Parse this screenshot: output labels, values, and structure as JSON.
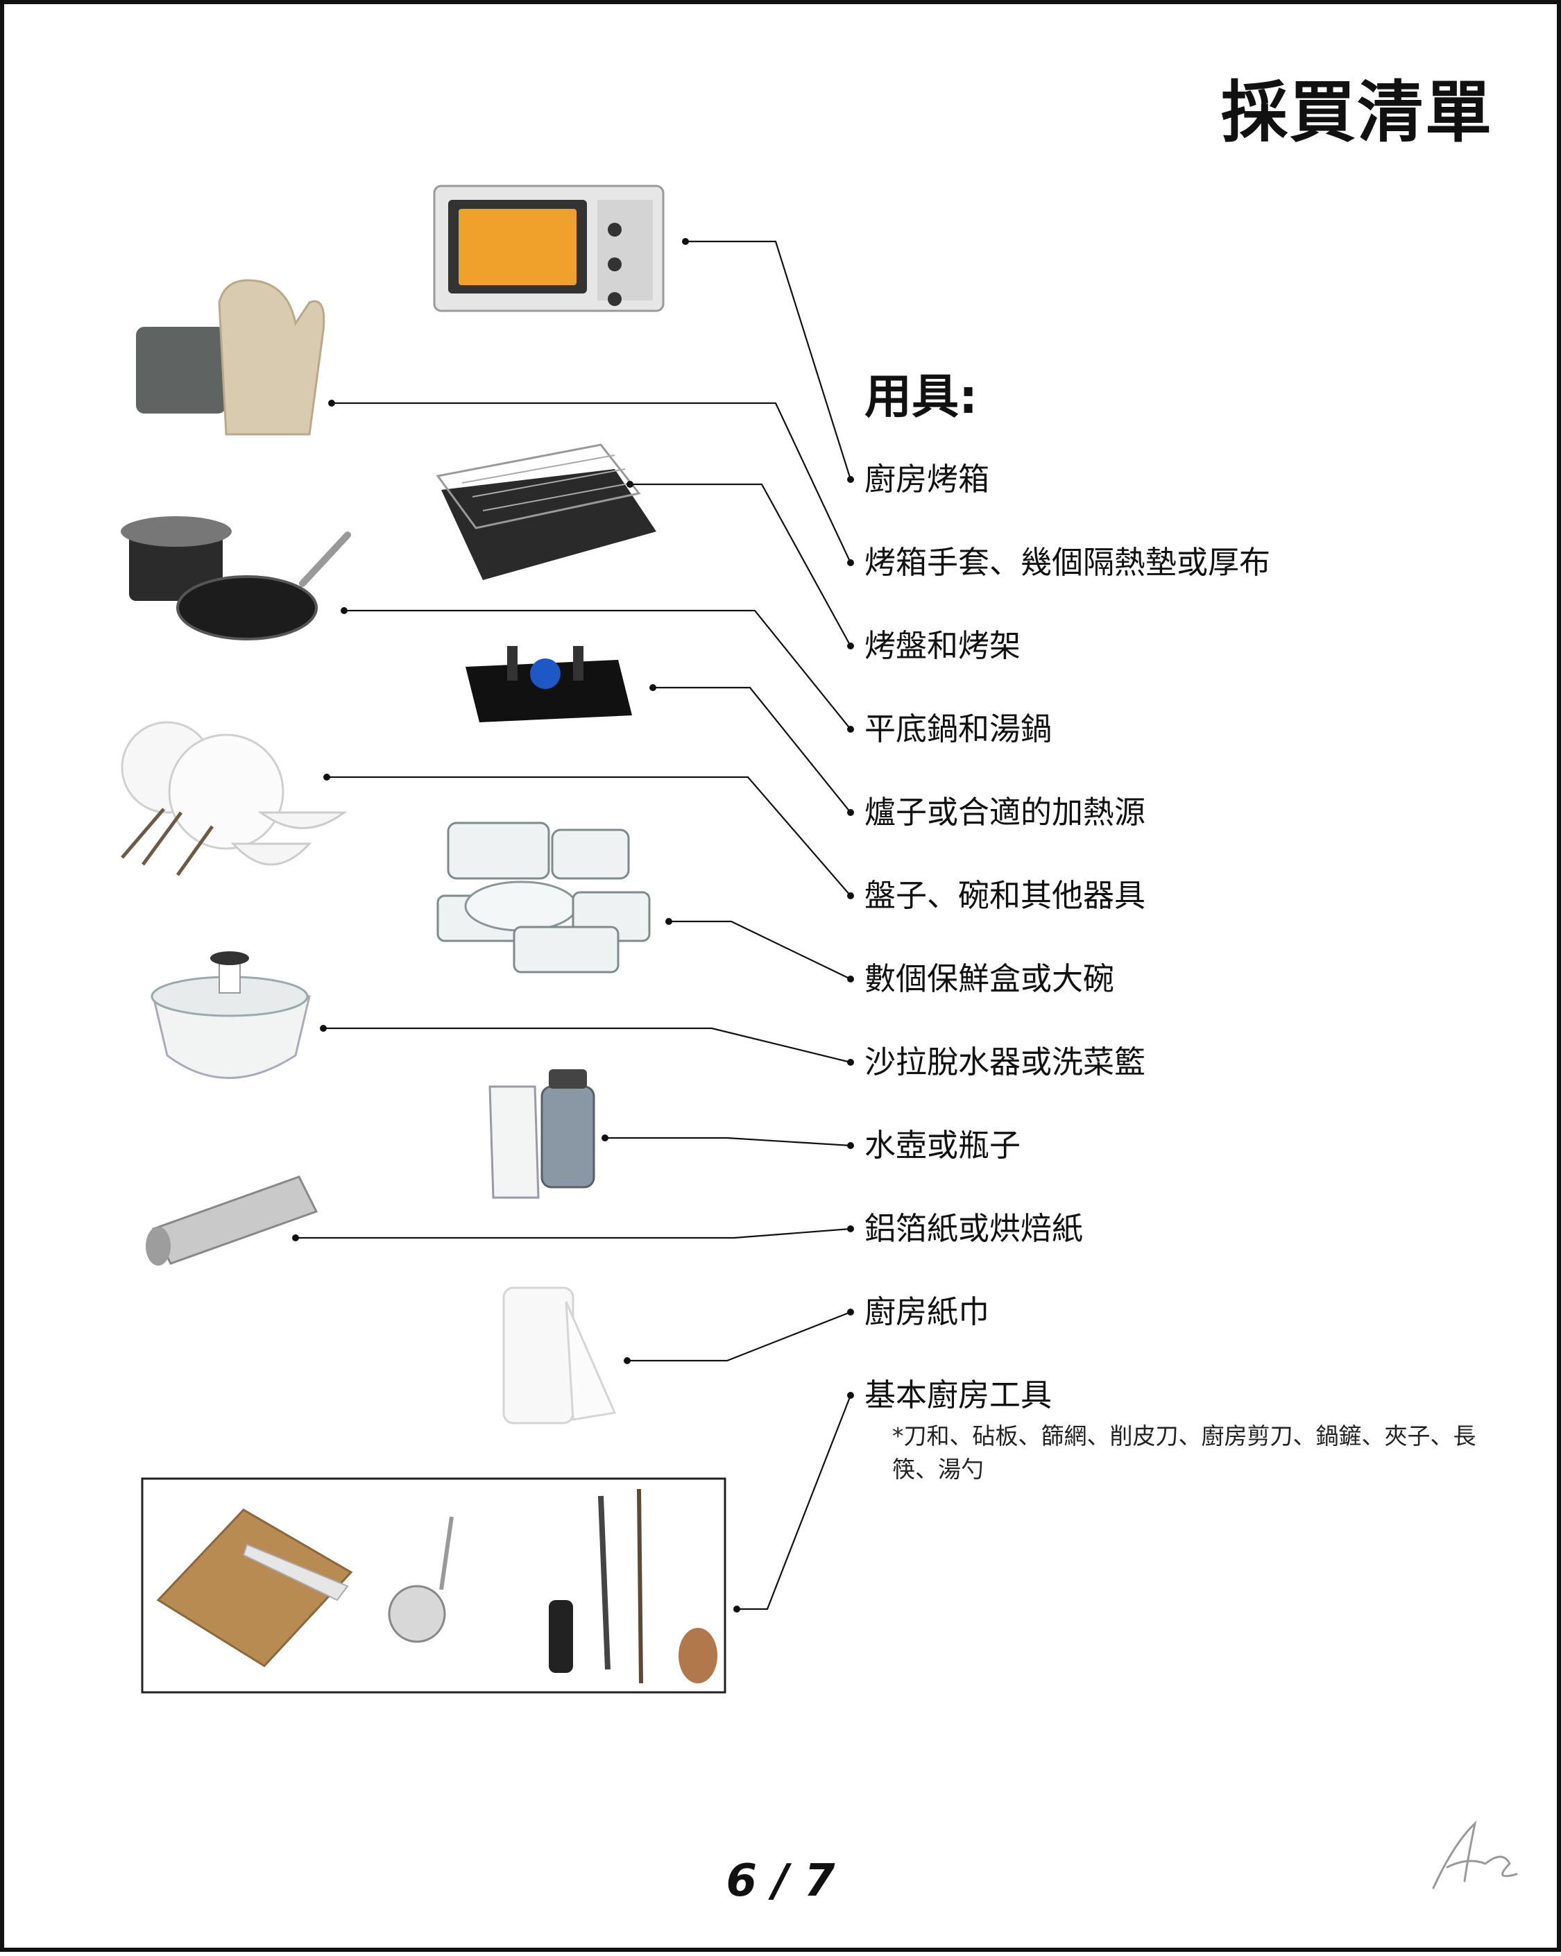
{
  "title": "採買清單",
  "section_heading": "用具:",
  "items": [
    "廚房烤箱",
    "烤箱手套、幾個隔熱墊或厚布",
    "烤盤和烤架",
    "平底鍋和湯鍋",
    "爐子或合適的加熱源",
    "盤子、碗和其他器具",
    "數個保鮮盒或大碗",
    "沙拉脫水器或洗菜籃",
    "水壺或瓶子",
    "鋁箔紙或烘焙紙",
    "廚房紙巾",
    "基本廚房工具"
  ],
  "tools_note": "*刀和、砧板、篩網、削皮刀、廚房剪刀、鍋鏟、夾子、長筷、湯勺",
  "page_number": "6 / 7",
  "colors": {
    "line": "#111111",
    "text": "#111111"
  }
}
